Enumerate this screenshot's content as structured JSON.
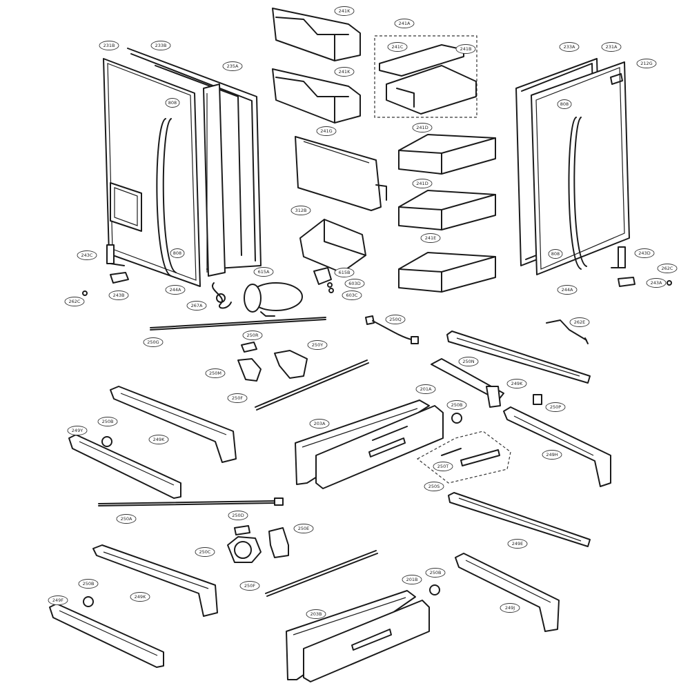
{
  "diagram": {
    "callouts": [
      {
        "id": "c-231b",
        "label": "231B"
      },
      {
        "id": "c-233b",
        "label": "233B"
      },
      {
        "id": "c-235a",
        "label": "235A"
      },
      {
        "id": "c-808-l",
        "label": "808"
      },
      {
        "id": "c-808-l2",
        "label": "808"
      },
      {
        "id": "c-243c",
        "label": "243C"
      },
      {
        "id": "c-243b",
        "label": "243B"
      },
      {
        "id": "c-262c-l",
        "label": "262C"
      },
      {
        "id": "c-244a-l",
        "label": "244A"
      },
      {
        "id": "c-267a",
        "label": "267A"
      },
      {
        "id": "c-241k-1",
        "label": "241K"
      },
      {
        "id": "c-241k-2",
        "label": "241K"
      },
      {
        "id": "c-241a",
        "label": "241A"
      },
      {
        "id": "c-241c",
        "label": "241C"
      },
      {
        "id": "c-241b",
        "label": "241B"
      },
      {
        "id": "c-241g",
        "label": "241G"
      },
      {
        "id": "c-241d-1",
        "label": "241D"
      },
      {
        "id": "c-241d-2",
        "label": "241D"
      },
      {
        "id": "c-241e",
        "label": "241E"
      },
      {
        "id": "c-312b",
        "label": "312B"
      },
      {
        "id": "c-615a",
        "label": "615A"
      },
      {
        "id": "c-615b",
        "label": "615B"
      },
      {
        "id": "c-603d",
        "label": "603D"
      },
      {
        "id": "c-603c",
        "label": "603C"
      },
      {
        "id": "c-233a",
        "label": "233A"
      },
      {
        "id": "c-231a",
        "label": "231A"
      },
      {
        "id": "c-212g",
        "label": "212G"
      },
      {
        "id": "c-808-r",
        "label": "808"
      },
      {
        "id": "c-808-r2",
        "label": "808"
      },
      {
        "id": "c-243d",
        "label": "243D"
      },
      {
        "id": "c-262c-r",
        "label": "262C"
      },
      {
        "id": "c-243a",
        "label": "243A"
      },
      {
        "id": "c-244a-r",
        "label": "244A"
      },
      {
        "id": "c-250g",
        "label": "250G"
      },
      {
        "id": "c-250q",
        "label": "250Q"
      },
      {
        "id": "c-262e",
        "label": "262E"
      },
      {
        "id": "c-250r",
        "label": "250R"
      },
      {
        "id": "c-250y",
        "label": "250Y"
      },
      {
        "id": "c-250m",
        "label": "250M"
      },
      {
        "id": "c-250f-1",
        "label": "250F"
      },
      {
        "id": "c-249k-1",
        "label": "249K"
      },
      {
        "id": "c-250n",
        "label": "250N"
      },
      {
        "id": "c-201a",
        "label": "201A"
      },
      {
        "id": "c-250b-1",
        "label": "250B"
      },
      {
        "id": "c-250p",
        "label": "250P"
      },
      {
        "id": "c-249y",
        "label": "249Y"
      },
      {
        "id": "c-250b-2",
        "label": "250B"
      },
      {
        "id": "c-249k-2",
        "label": "249K"
      },
      {
        "id": "c-203a",
        "label": "203A"
      },
      {
        "id": "c-249h",
        "label": "249H"
      },
      {
        "id": "c-250t",
        "label": "250T"
      },
      {
        "id": "c-250s",
        "label": "250S"
      },
      {
        "id": "c-250a",
        "label": "250A"
      },
      {
        "id": "c-250d",
        "label": "250D"
      },
      {
        "id": "c-250e",
        "label": "250E"
      },
      {
        "id": "c-250c",
        "label": "250C"
      },
      {
        "id": "c-249e",
        "label": "249E"
      },
      {
        "id": "c-250f-2",
        "label": "250F"
      },
      {
        "id": "c-201b",
        "label": "201B"
      },
      {
        "id": "c-250b-3",
        "label": "250B"
      },
      {
        "id": "c-250b-4",
        "label": "250B"
      },
      {
        "id": "c-249k-3",
        "label": "249K"
      },
      {
        "id": "c-249f",
        "label": "249F"
      },
      {
        "id": "c-249j",
        "label": "249J"
      },
      {
        "id": "c-203b",
        "label": "203B"
      }
    ]
  }
}
